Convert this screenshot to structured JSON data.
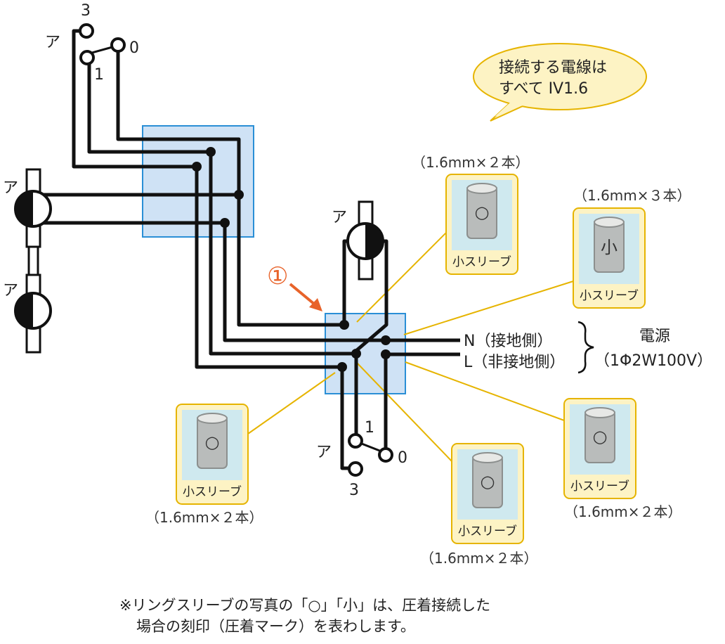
{
  "labels": {
    "a": "ア",
    "three": "3",
    "zero": "0",
    "one": "1",
    "marker": "①"
  },
  "callout": {
    "line1": "接続する電線は",
    "line2": "すべて IV1.6"
  },
  "power": {
    "n_label": "N（接地側）",
    "l_label": "L（非接地側）",
    "title": "電源",
    "spec": "（1Φ2W100V）"
  },
  "sleeves": [
    {
      "mark": "○",
      "name": "小スリーブ",
      "count": "（1.6mm×２本）"
    },
    {
      "mark": "小",
      "name": "小スリーブ",
      "count": "（1.6mm×３本）"
    },
    {
      "mark": "○",
      "name": "小スリーブ",
      "count": "（1.6mm×２本）"
    },
    {
      "mark": "○",
      "name": "小スリーブ",
      "count": "（1.6mm×２本）"
    },
    {
      "mark": "○",
      "name": "小スリーブ",
      "count": "（1.6mm×２本）"
    }
  ],
  "footnote": {
    "line1": "※リングスリーブの写真の「○」「小」は、圧着接続した",
    "line2": "場合の刻印（圧着マーク）を表わします。"
  },
  "colors": {
    "box_fill": "#cfe2f5",
    "box_stroke": "#2a8fd6",
    "card_fill": "#fdf3c4",
    "card_stroke": "#e6b400",
    "marker": "#e8632a"
  }
}
